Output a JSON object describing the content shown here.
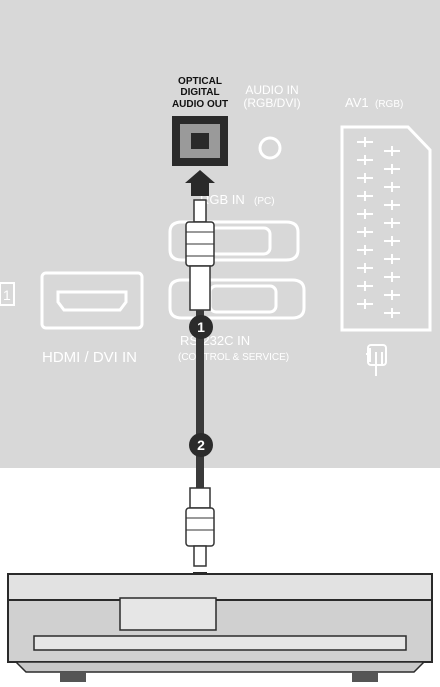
{
  "panel": {
    "optical_line1": "OPTICAL",
    "optical_line2": "DIGITAL",
    "optical_line3": "AUDIO OUT",
    "audio_in_line1": "AUDIO IN",
    "audio_in_line2": "(RGB/DVI)",
    "av1_label": "AV1",
    "av1_sub": "(RGB)",
    "rgb_in_label": "RGB IN",
    "rgb_in_sub": "(PC)",
    "rs232_label": "RS-232C IN",
    "rs232_sub": "(CONTROL & SERVICE)",
    "hdmi_label": "HDMI / DVI IN",
    "hdmi_number": "1"
  },
  "steps": {
    "step1": "1",
    "step2": "2"
  },
  "colors": {
    "panel_bg": "#d8d8d8",
    "port_outline": "#ffffff",
    "cable": "#3a3a3a",
    "step_badge": "#2b2b2b",
    "device_body": "#d0d0d0"
  }
}
